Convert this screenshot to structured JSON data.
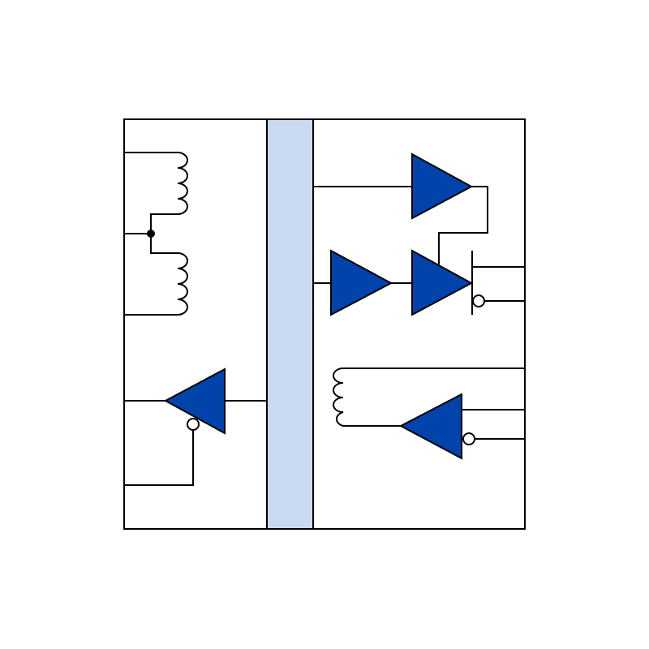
{
  "colors": {
    "background": "#ffffff",
    "line": "#000000",
    "bus": "#c9daf0",
    "buffer_fill": "#0043aa"
  },
  "diagram": {
    "kind": "isolator-schematic",
    "left_side": {
      "components": [
        "center-tapped-transformer-coil",
        "inverting-buffer-with-enable"
      ]
    },
    "isolation_barrier": {
      "visible": true
    },
    "right_side": {
      "components": [
        "buffer-top",
        "buffer-middle-left",
        "buffer-middle-right",
        "output-switch",
        "coil-lower-right",
        "inverting-buffer-lower-right"
      ]
    }
  }
}
